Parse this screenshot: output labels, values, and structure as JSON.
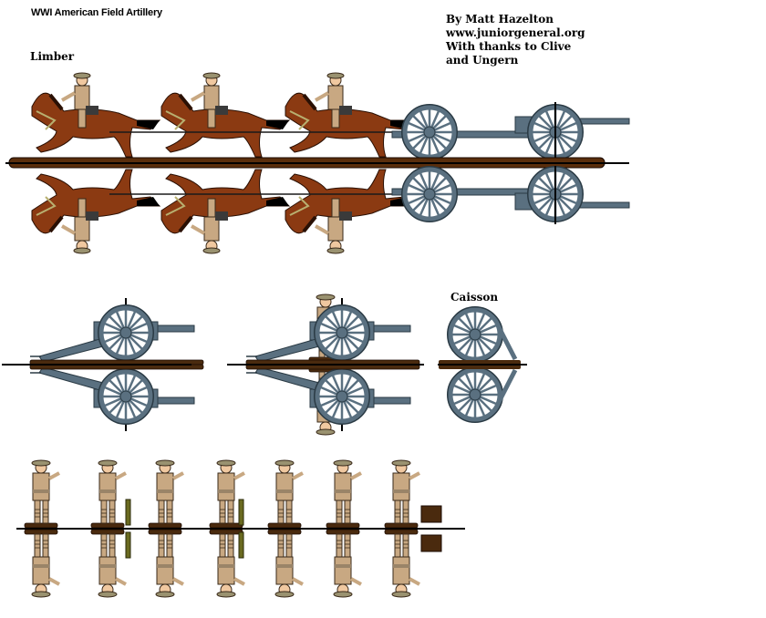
{
  "sheet": {
    "title": "WWI American Field Artillery",
    "credits": [
      "By Matt Hazelton",
      "www.juniorgeneral.org",
      "With thanks to Clive",
      "and Ungern"
    ],
    "sections": {
      "limber_label": "Limber",
      "caisson_label": "Caisson"
    },
    "colors": {
      "horse": "#8b3a12",
      "horse_dark": "#4a1e08",
      "khaki": "#c8a882",
      "helmet": "#9a9270",
      "gun_steel": "#5a7080",
      "base_brown": "#4a2a0e",
      "fold_line": "#000000"
    },
    "figures": {
      "limber_team": {
        "horses": 3,
        "riders": 3,
        "gun_wheels": 2
      },
      "guns": [
        {
          "name": "field-gun",
          "crewed": false
        },
        {
          "name": "field-gun-with-crewman",
          "crewed": true
        },
        {
          "name": "caisson",
          "crewed": false
        }
      ],
      "crew_poses": [
        "standing-holding-shell",
        "kneeling-with-shell",
        "standing-gesturing",
        "kneeling-fusing-shell",
        "standing-loading-shell",
        "standing-binoculars",
        "kneeling-telephone"
      ]
    }
  }
}
